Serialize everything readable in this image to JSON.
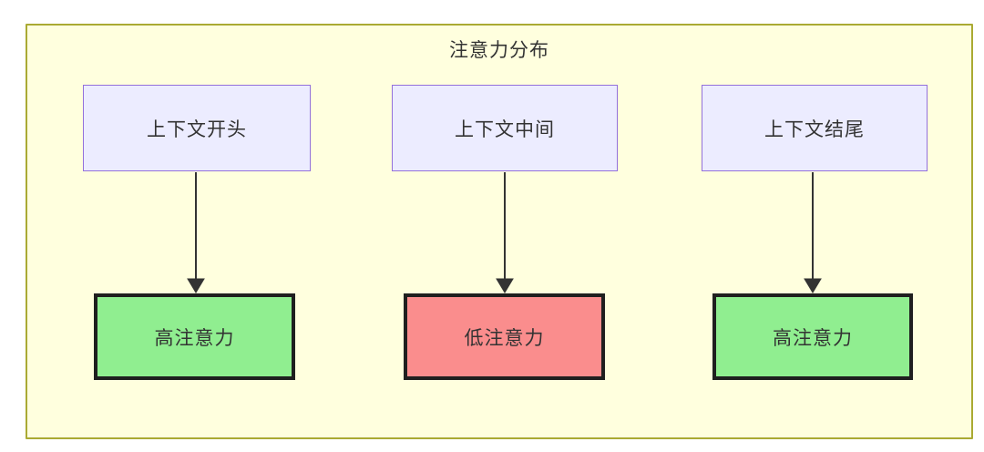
{
  "diagram": {
    "title": "注意力分布",
    "top_nodes": [
      {
        "id": "context-start",
        "label": "上下文开头"
      },
      {
        "id": "context-middle",
        "label": "上下文中间"
      },
      {
        "id": "context-end",
        "label": "上下文结尾"
      }
    ],
    "bottom_nodes": [
      {
        "id": "high-attention-left",
        "label": "高注意力",
        "level": "high"
      },
      {
        "id": "low-attention-middle",
        "label": "低注意力",
        "level": "low"
      },
      {
        "id": "high-attention-right",
        "label": "高注意力",
        "level": "high"
      }
    ],
    "edges": [
      {
        "from": "context-start",
        "to": "high-attention-left"
      },
      {
        "from": "context-middle",
        "to": "low-attention-middle"
      },
      {
        "from": "context-end",
        "to": "high-attention-right"
      }
    ],
    "colors": {
      "container_fill": "#ffffde",
      "container_border": "#aaaa33",
      "top_node_fill": "#ECECFF",
      "top_node_border": "#9370DB",
      "high_fill": "#90EE90",
      "low_fill": "#FA8D8D",
      "node_border_dark": "#1f1f1f",
      "text": "#333333",
      "arrow": "#333333"
    }
  }
}
